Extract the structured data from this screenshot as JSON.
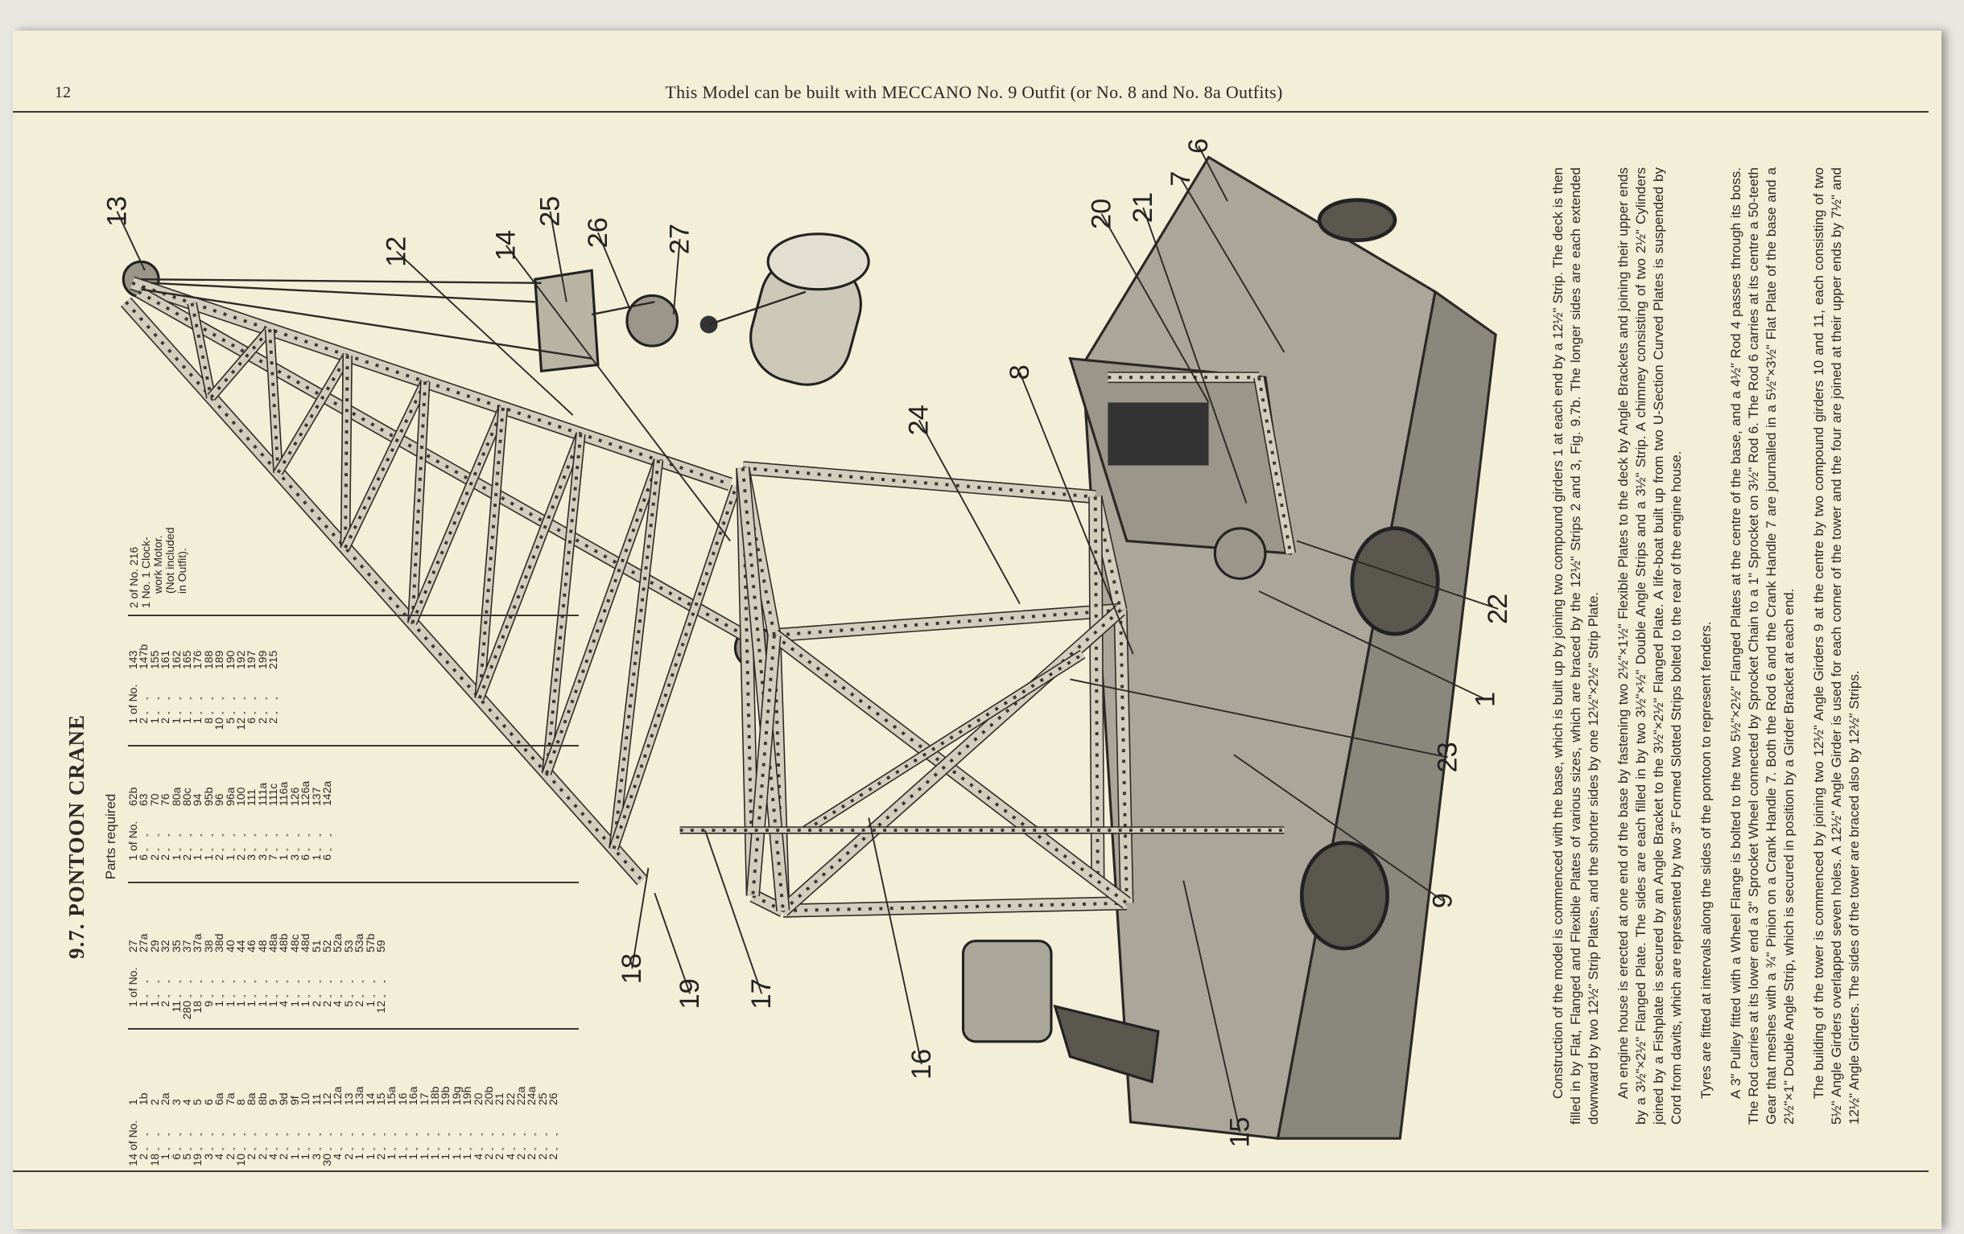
{
  "header": {
    "page_number": "12",
    "title": "This Model can be built with MECCANO No. 9 Outfit (or No. 8 and No. 8a Outfits)"
  },
  "model": {
    "title": "9.7.  PONTOON CRANE",
    "parts_required": "Parts required",
    "of_no": "of No.",
    "ditto": "„ „"
  },
  "parts_columns": [
    [
      [
        "14",
        "1"
      ],
      [
        "2",
        "1b"
      ],
      [
        "18",
        "2"
      ],
      [
        "1",
        "2a"
      ],
      [
        "6",
        "3"
      ],
      [
        "5",
        "4"
      ],
      [
        "19",
        "5"
      ],
      [
        "3",
        "6"
      ],
      [
        "4",
        "6a"
      ],
      [
        "2",
        "7a"
      ],
      [
        "10",
        "8"
      ],
      [
        "2",
        "8a"
      ],
      [
        "2",
        "8b"
      ],
      [
        "4",
        "9"
      ],
      [
        "2",
        "9d"
      ],
      [
        "1",
        "9f"
      ],
      [
        "1",
        "10"
      ],
      [
        "3",
        "11"
      ],
      [
        "30",
        "12"
      ],
      [
        "4",
        "12a"
      ],
      [
        "2",
        "13"
      ],
      [
        "1",
        "13a"
      ],
      [
        "1",
        "14"
      ],
      [
        "2",
        "15"
      ],
      [
        "1",
        "15a"
      ],
      [
        "1",
        "16"
      ],
      [
        "1",
        "16a"
      ],
      [
        "1",
        "17"
      ],
      [
        "1",
        "18b"
      ],
      [
        "1",
        "19b"
      ],
      [
        "1",
        "19g"
      ],
      [
        "1",
        "19h"
      ],
      [
        "4",
        "20"
      ],
      [
        "2",
        "20b"
      ],
      [
        "2",
        "21"
      ],
      [
        "4",
        "22"
      ],
      [
        "2",
        "22a"
      ],
      [
        "2",
        "24a"
      ],
      [
        "2",
        "25"
      ],
      [
        "2",
        "26"
      ]
    ],
    [
      [
        "1",
        "27"
      ],
      [
        "1",
        "27a"
      ],
      [
        "1",
        "29"
      ],
      [
        "2",
        "32"
      ],
      [
        "11",
        "35"
      ],
      [
        "280",
        "37"
      ],
      [
        "18",
        "37a"
      ],
      [
        "9",
        "38"
      ],
      [
        "1",
        "38d"
      ],
      [
        "1",
        "40"
      ],
      [
        "1",
        "44"
      ],
      [
        "1",
        "46"
      ],
      [
        "1",
        "48"
      ],
      [
        "1",
        "48a"
      ],
      [
        "4",
        "48b"
      ],
      [
        "1",
        "48c"
      ],
      [
        "1",
        "48d"
      ],
      [
        "2",
        "51"
      ],
      [
        "2",
        "52"
      ],
      [
        "4",
        "52a"
      ],
      [
        "5",
        "53"
      ],
      [
        "2",
        "53a"
      ],
      [
        "1",
        "57b"
      ],
      [
        "12",
        "59"
      ]
    ],
    [
      [
        "1",
        "62b"
      ],
      [
        "6",
        "63"
      ],
      [
        "2",
        "70"
      ],
      [
        "2",
        "76"
      ],
      [
        "1",
        "80a"
      ],
      [
        "2",
        "80c"
      ],
      [
        "1",
        "94"
      ],
      [
        "1",
        "95b"
      ],
      [
        "2",
        "96"
      ],
      [
        "1",
        "96a"
      ],
      [
        "2",
        "100"
      ],
      [
        "3",
        "111"
      ],
      [
        "3",
        "111a"
      ],
      [
        "7",
        "111c"
      ],
      [
        "1",
        "116a"
      ],
      [
        "3",
        "126"
      ],
      [
        "6",
        "126a"
      ],
      [
        "1",
        "137"
      ],
      [
        "6",
        "142a"
      ]
    ],
    [
      [
        "1",
        "143"
      ],
      [
        "2",
        "147b"
      ],
      [
        "1",
        "155"
      ],
      [
        "2",
        "161"
      ],
      [
        "1",
        "162"
      ],
      [
        "1",
        "165"
      ],
      [
        "1",
        "176"
      ],
      [
        "8",
        "188"
      ],
      [
        "10",
        "189"
      ],
      [
        "5",
        "190"
      ],
      [
        "12",
        "192"
      ],
      [
        "6",
        "197"
      ],
      [
        "2",
        "199"
      ],
      [
        "2",
        "215"
      ]
    ]
  ],
  "parts_extra": [
    "2 of No. 216",
    "1 No. 1 Clock-",
    "work Motor.",
    "(Not included",
    "in Outfit)."
  ],
  "instructions": [
    "Construction of the model is commenced with the base, which is built up by joining two compound girders 1 at each end by a 12½\" Strip. The deck is then filled in by Flat, Flanged and Flexible Plates of various sizes, which are braced by the 12½\" Strips 2 and 3, Fig. 9.7b. The longer sides are each extended downward by two 12½\" Strip Plates, and the shorter sides by one 12½\"×2½\" Strip Plate.",
    "An engine house is erected at one end of the base by fastening two 2½\"×1½\" Flexible Plates to the deck by Angle Brackets and joining their upper ends by a 3½\"×2½\" Flanged Plate. The sides are each filled in by two 3½\"×½\" Double Angle Strips and a 3½\" Strip. A chimney consisting of two 2½\" Cylinders joined by a Fishplate is secured by an Angle Bracket to the 3½\"×2½\" Flanged Plate. A life-boat built up from two U-Section Curved Plates is suspended by Cord from davits, which are represented by two 3\" Formed Slotted Strips bolted to the rear of the engine house.",
    "Tyres are fitted at intervals along the sides of the pontoon to represent fenders.",
    "A 3\" Pulley fitted with a Wheel Flange is bolted to the two 5½\"×2½\" Flanged Plates at the centre of the base, and a 4½\" Rod 4 passes through its boss. The Rod carries at its lower end a 3\" Sprocket Wheel connected by Sprocket Chain to a 1\" Sprocket on 3½\" Rod 6. The Rod 6 carries at its centre a 50-teeth Gear that meshes with a ¾\" Pinion on a Crank Handle 7. Both the Rod 6 and the Crank Handle 7 are journalled in a 5½\"×3½\" Flat Plate of the base and a 2½\"×1\" Double Angle Strip, which is secured in position by a Girder Bracket at each end.",
    "The building of the tower is commenced by joining two 12½\" Angle Girders 9 at the centre by two compound girders 10 and 11, each consisting of two 5½\" Angle Girders overlapped seven holes. A 12½\" Angle Girder is used for each corner of the tower and the four are joined at their upper ends by 7½\" and 12½\" Angle Girders. The sides of the tower are braced also by 12½\" Strips."
  ],
  "callouts": [
    "13",
    "12",
    "14",
    "25",
    "26",
    "27",
    "20",
    "21",
    "7",
    "6",
    "8",
    "24",
    "22",
    "1",
    "23",
    "9",
    "16",
    "15",
    "18",
    "19",
    "17"
  ],
  "colors": {
    "paper": "#f3eed8",
    "ink": "#2a2824",
    "metal": "#c8c4b2",
    "plate": "#77736a"
  }
}
